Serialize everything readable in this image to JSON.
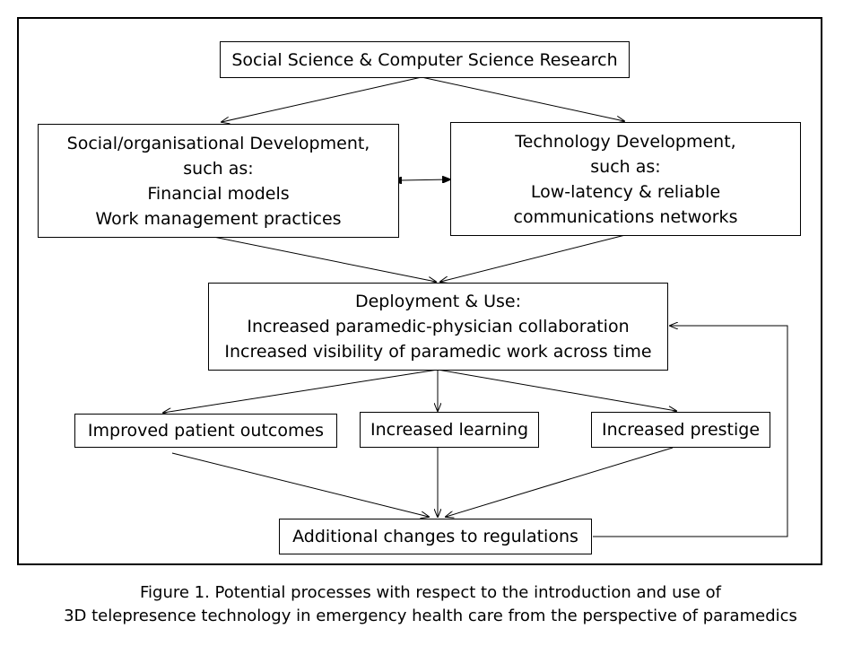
{
  "boxes": {
    "research": [
      "Social Science & Computer Science Research"
    ],
    "social_dev": [
      "Social/organisational Development,",
      "such as:",
      "Financial models",
      "Work management practices"
    ],
    "tech_dev": [
      "Technology Development,",
      "such as:",
      "Low-latency & reliable",
      "communications networks"
    ],
    "deployment": [
      "Deployment & Use:",
      "Increased paramedic-physician collaboration",
      "Increased visibility of  paramedic work across time"
    ],
    "outcomes": [
      "Improved patient outcomes"
    ],
    "learning": [
      "Increased learning"
    ],
    "prestige": [
      "Increased prestige"
    ],
    "regulations": [
      "Additional changes to regulations"
    ]
  },
  "caption": [
    "Figure 1. Potential processes with respect to the introduction and use of",
    "3D telepresence technology in emergency health care from the perspective of paramedics"
  ]
}
